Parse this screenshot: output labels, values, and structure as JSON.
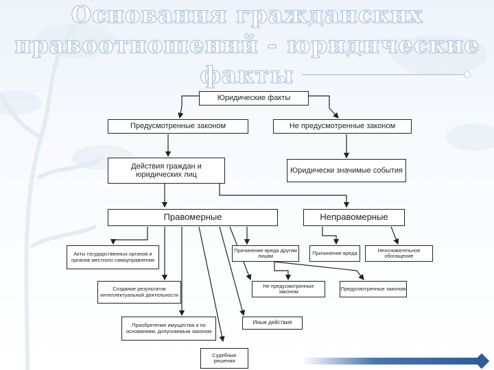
{
  "title": {
    "line1": "Основания гражданских",
    "line2": "правоотношений - юридические",
    "line3": "факты"
  },
  "diagram": {
    "root": "Юридические факты",
    "l1_left": "Предусмотренные законом",
    "l1_right": "Не предусмотренные законом",
    "l2_left": "Действия граждан и юридических лиц",
    "l2_right": "Юридически значимые события",
    "l3_left": "Правомерные",
    "l3_right": "Неправомерные",
    "acts": "Акты государственных органов и органов местного самоуправления",
    "creation": "Создание результатов интеллектуальной деятельности",
    "acquisition": "Приобретение имущества и по основаниям, допускаемым законом",
    "court": "Судебные решения",
    "harm": "Причинение вреда другим лицам",
    "not_provided": "Не предусмотренные законом",
    "other_acts": "Иные действия",
    "harm2": "Причинение вреда",
    "unjust": "Неосновательное обогащение",
    "provided": "Предусмотренные законом"
  },
  "colors": {
    "title_outline": "#a9bfd6",
    "accent": "#2f5d97",
    "box_border": "#222222"
  }
}
